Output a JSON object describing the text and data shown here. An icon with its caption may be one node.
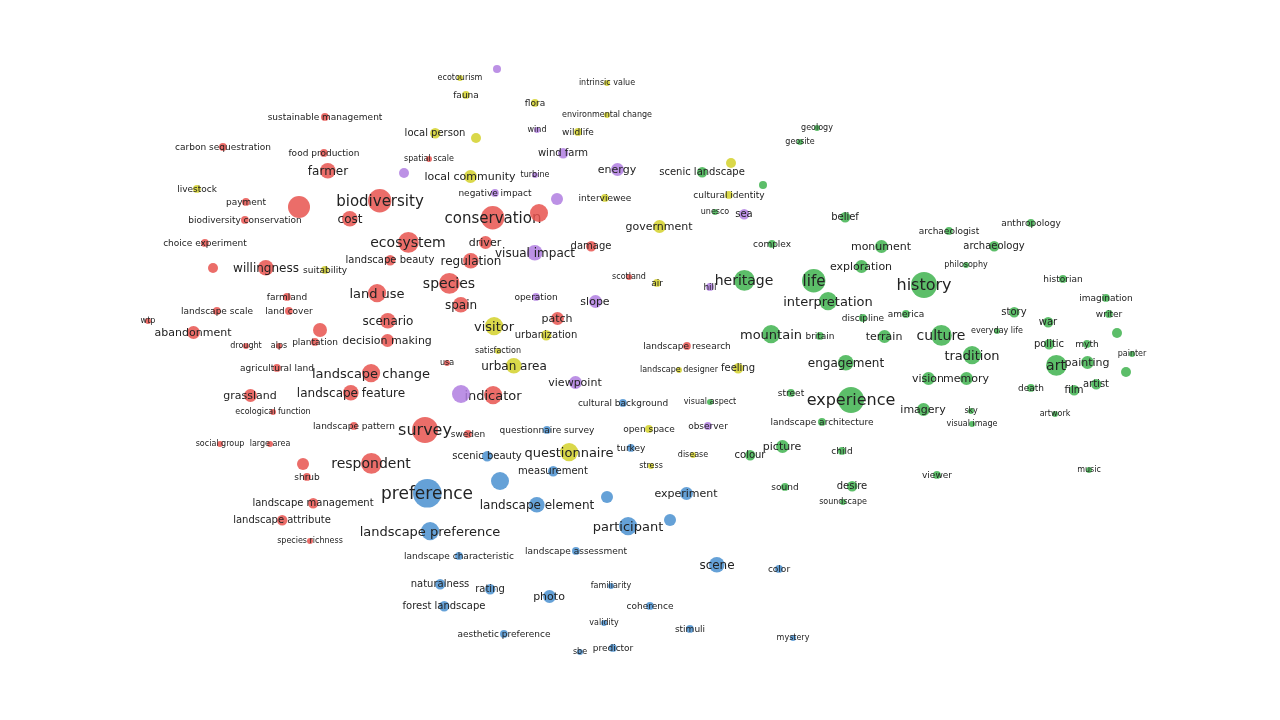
{
  "diagram": {
    "nodes": [
      {
        "text": [
          "sustainable management"
        ]
      },
      {
        "text": [
          "carbon sequestration"
        ]
      },
      {
        "text": [
          "food production"
        ]
      },
      {
        "text": [
          "farmer"
        ]
      },
      {
        "text": [
          "livestock"
        ]
      },
      {
        "text": [
          "payment"
        ]
      },
      {
        "text": [
          "biodiversity conservation"
        ]
      },
      {
        "text": [
          "biodiversity"
        ]
      },
      {
        "text": [
          "cost"
        ]
      },
      {
        "text": [
          "choice experiment"
        ]
      },
      {
        "text": [
          "ecosystem"
        ]
      },
      {
        "text": [
          "willingness"
        ]
      },
      {
        "text": [
          "suitability"
        ]
      },
      {
        "text": [
          "landscape beauty"
        ]
      },
      {
        "text": [
          "land use"
        ]
      },
      {
        "text": [
          "farmland"
        ]
      },
      {
        "text": [
          "land cover"
        ]
      },
      {
        "text": [
          "landscape scale"
        ]
      },
      {
        "text": [
          "wtp"
        ]
      },
      {
        "text": [
          "abandonment"
        ]
      },
      {
        "text": [
          "drought"
        ]
      },
      {
        "text": [
          "alps"
        ]
      },
      {
        "text": [
          "plantation"
        ]
      },
      {
        "text": [
          "scenario"
        ]
      },
      {
        "text": [
          "decision making"
        ]
      },
      {
        "text": [
          "agricultural land"
        ]
      },
      {
        "text": [
          "landscape change"
        ]
      },
      {
        "text": [
          "grassland"
        ]
      },
      {
        "text": [
          "landscape feature"
        ]
      },
      {
        "text": [
          "ecological function"
        ]
      },
      {
        "text": [
          "landscape pattern"
        ]
      },
      {
        "text": [
          "social group"
        ]
      },
      {
        "text": [
          "large area"
        ]
      },
      {
        "text": [
          "survey"
        ]
      },
      {
        "text": [
          "respondent"
        ]
      },
      {
        "text": [
          "shrub"
        ]
      },
      {
        "text": [
          "landscape management"
        ]
      },
      {
        "text": [
          "landscape attribute"
        ]
      },
      {
        "text": [
          "species richness"
        ]
      },
      {
        "text": [
          "species"
        ]
      },
      {
        "text": [
          "spain"
        ]
      },
      {
        "text": [
          "regulation"
        ]
      },
      {
        "text": [
          "driver"
        ]
      },
      {
        "text": [
          "conservation"
        ]
      },
      {
        "text": [
          "local community"
        ]
      },
      {
        "text": [
          "turbine"
        ]
      },
      {
        "text": [
          "negative impact"
        ]
      },
      {
        "text": [
          "spatial scale"
        ]
      },
      {
        "text": [
          "local person"
        ]
      },
      {
        "text": [
          "ecotourism"
        ]
      },
      {
        "text": [
          "fauna"
        ]
      },
      {
        "text": [
          "flora"
        ]
      },
      {
        "text": [
          "intrinsic value"
        ]
      },
      {
        "text": [
          "environmental change"
        ]
      },
      {
        "text": [
          "wind"
        ]
      },
      {
        "text": [
          "wildlife"
        ]
      },
      {
        "text": [
          "wind farm"
        ]
      },
      {
        "text": [
          "energy"
        ]
      },
      {
        "text": [
          "scenic landscape"
        ]
      },
      {
        "text": [
          "cultural identity"
        ]
      },
      {
        "text": [
          "interviewee"
        ]
      },
      {
        "text": [
          "unesco"
        ]
      },
      {
        "text": [
          "sea"
        ]
      },
      {
        "text": [
          "government"
        ]
      },
      {
        "text": [
          "damage"
        ]
      },
      {
        "text": [
          "visual impact"
        ]
      },
      {
        "text": [
          "geology"
        ]
      },
      {
        "text": [
          "geosite"
        ]
      },
      {
        "text": [
          "belief"
        ]
      },
      {
        "text": [
          "archaeologist"
        ]
      },
      {
        "text": [
          "anthropology"
        ]
      },
      {
        "text": [
          "complex"
        ]
      },
      {
        "text": [
          "monument"
        ]
      },
      {
        "text": [
          "archaeology"
        ]
      },
      {
        "text": [
          "exploration"
        ]
      },
      {
        "text": [
          "philosophy"
        ]
      },
      {
        "text": [
          "heritage"
        ]
      },
      {
        "text": [
          "life"
        ]
      },
      {
        "text": [
          "history"
        ]
      },
      {
        "text": [
          "historian"
        ]
      },
      {
        "text": [
          "imagination"
        ]
      },
      {
        "text": [
          "writer"
        ]
      },
      {
        "text": [
          "interpretation"
        ]
      },
      {
        "text": [
          "discipline"
        ]
      },
      {
        "text": [
          "america"
        ]
      },
      {
        "text": [
          "story"
        ]
      },
      {
        "text": [
          "war"
        ]
      },
      {
        "text": [
          "mountain"
        ]
      },
      {
        "text": [
          "britain"
        ]
      },
      {
        "text": [
          "terrain"
        ]
      },
      {
        "text": [
          "culture"
        ]
      },
      {
        "text": [
          "everyday life"
        ]
      },
      {
        "text": [
          "tradition"
        ]
      },
      {
        "text": [
          "politic"
        ]
      },
      {
        "text": [
          "myth"
        ]
      },
      {
        "text": [
          "painter"
        ]
      },
      {
        "text": [
          "engagement"
        ]
      },
      {
        "text": [
          "art"
        ]
      },
      {
        "text": [
          "painting"
        ]
      },
      {
        "text": [
          "vision"
        ]
      },
      {
        "text": [
          "memory"
        ]
      },
      {
        "text": [
          "death"
        ]
      },
      {
        "text": [
          "film"
        ]
      },
      {
        "text": [
          "artist"
        ]
      },
      {
        "text": [
          "experience"
        ]
      },
      {
        "text": [
          "imagery"
        ]
      },
      {
        "text": [
          "sky"
        ]
      },
      {
        "text": [
          "visual image"
        ]
      },
      {
        "text": [
          "artwork"
        ]
      },
      {
        "text": [
          "street"
        ]
      },
      {
        "text": [
          "landscape architecture"
        ]
      },
      {
        "text": [
          "feeling"
        ]
      },
      {
        "text": [
          "landscape designer"
        ]
      },
      {
        "text": [
          "landscape research"
        ]
      },
      {
        "text": [
          "scotland"
        ]
      },
      {
        "text": [
          "air"
        ]
      },
      {
        "text": [
          "hill"
        ]
      },
      {
        "text": [
          "slope"
        ]
      },
      {
        "text": [
          "operation"
        ]
      },
      {
        "text": [
          "patch"
        ]
      },
      {
        "text": [
          "visitor"
        ]
      },
      {
        "text": [
          "urbanization"
        ]
      },
      {
        "text": [
          "satisfaction"
        ]
      },
      {
        "text": [
          "usa"
        ]
      },
      {
        "text": [
          "urban area"
        ]
      },
      {
        "text": [
          "viewpoint"
        ]
      },
      {
        "text": [
          "indicator"
        ]
      },
      {
        "text": [
          "cultural background"
        ]
      },
      {
        "text": [
          "visual aspect"
        ]
      },
      {
        "text": [
          "open space"
        ]
      },
      {
        "text": [
          "observer"
        ]
      },
      {
        "text": [
          "sweden"
        ]
      },
      {
        "text": [
          "questionnaire survey"
        ]
      },
      {
        "text": [
          "questionnaire"
        ]
      },
      {
        "text": [
          "scenic beauty"
        ]
      },
      {
        "text": [
          "turkey"
        ]
      },
      {
        "text": [
          "disease"
        ]
      },
      {
        "text": [
          "colour"
        ]
      },
      {
        "text": [
          "picture"
        ]
      },
      {
        "text": [
          "child"
        ]
      },
      {
        "text": [
          "stress"
        ]
      },
      {
        "text": [
          "measurement"
        ]
      },
      {
        "text": [
          "viewer"
        ]
      },
      {
        "text": [
          "music"
        ]
      },
      {
        "text": [
          "sound"
        ]
      },
      {
        "text": [
          "desire"
        ]
      },
      {
        "text": [
          "soundscape"
        ]
      },
      {
        "text": [
          "preference"
        ]
      },
      {
        "text": [
          "experiment"
        ]
      },
      {
        "text": [
          "landscape element"
        ]
      },
      {
        "text": [
          "participant"
        ]
      },
      {
        "text": [
          "landscape preference"
        ]
      },
      {
        "text": [
          "landscape characteristic"
        ]
      },
      {
        "text": [
          "landscape assessment"
        ]
      },
      {
        "text": [
          "scene"
        ]
      },
      {
        "text": [
          "color"
        ]
      },
      {
        "text": [
          "naturalness"
        ]
      },
      {
        "text": [
          "rating"
        ]
      },
      {
        "text": [
          "photo"
        ]
      },
      {
        "text": [
          "familiarity"
        ]
      },
      {
        "text": [
          "forest landscape"
        ]
      },
      {
        "text": [
          "coherence"
        ]
      },
      {
        "text": [
          "validity"
        ]
      },
      {
        "text": [
          "stimuli"
        ]
      },
      {
        "text": [
          "aesthetic preference"
        ]
      },
      {
        "text": [
          "mystery"
        ]
      },
      {
        "text": [
          "sbe"
        ]
      },
      {
        "text": [
          "predictor"
        ]
      },
      {
        "text": [],
        "shape": "circle"
      },
      {
        "text": [],
        "shape": "circle"
      },
      {
        "text": [],
        "shape": "circle"
      },
      {
        "text": [],
        "shape": "circle"
      },
      {
        "text": [],
        "shape": "circle"
      },
      {
        "text": [],
        "shape": "circle"
      },
      {
        "text": [],
        "shape": "circle"
      },
      {
        "text": [],
        "shape": "circle"
      },
      {
        "text": [],
        "shape": "circle"
      },
      {
        "text": [],
        "shape": "circle"
      },
      {
        "text": [],
        "shape": "circle"
      },
      {
        "text": [],
        "shape": "circle"
      },
      {
        "text": [],
        "shape": "circle"
      },
      {
        "text": [],
        "shape": "circle"
      },
      {
        "text": [],
        "shape": "circle"
      },
      {
        "text": [],
        "shape": "circle"
      },
      {
        "text": [],
        "shape": "circle"
      }
    ]
  }
}
